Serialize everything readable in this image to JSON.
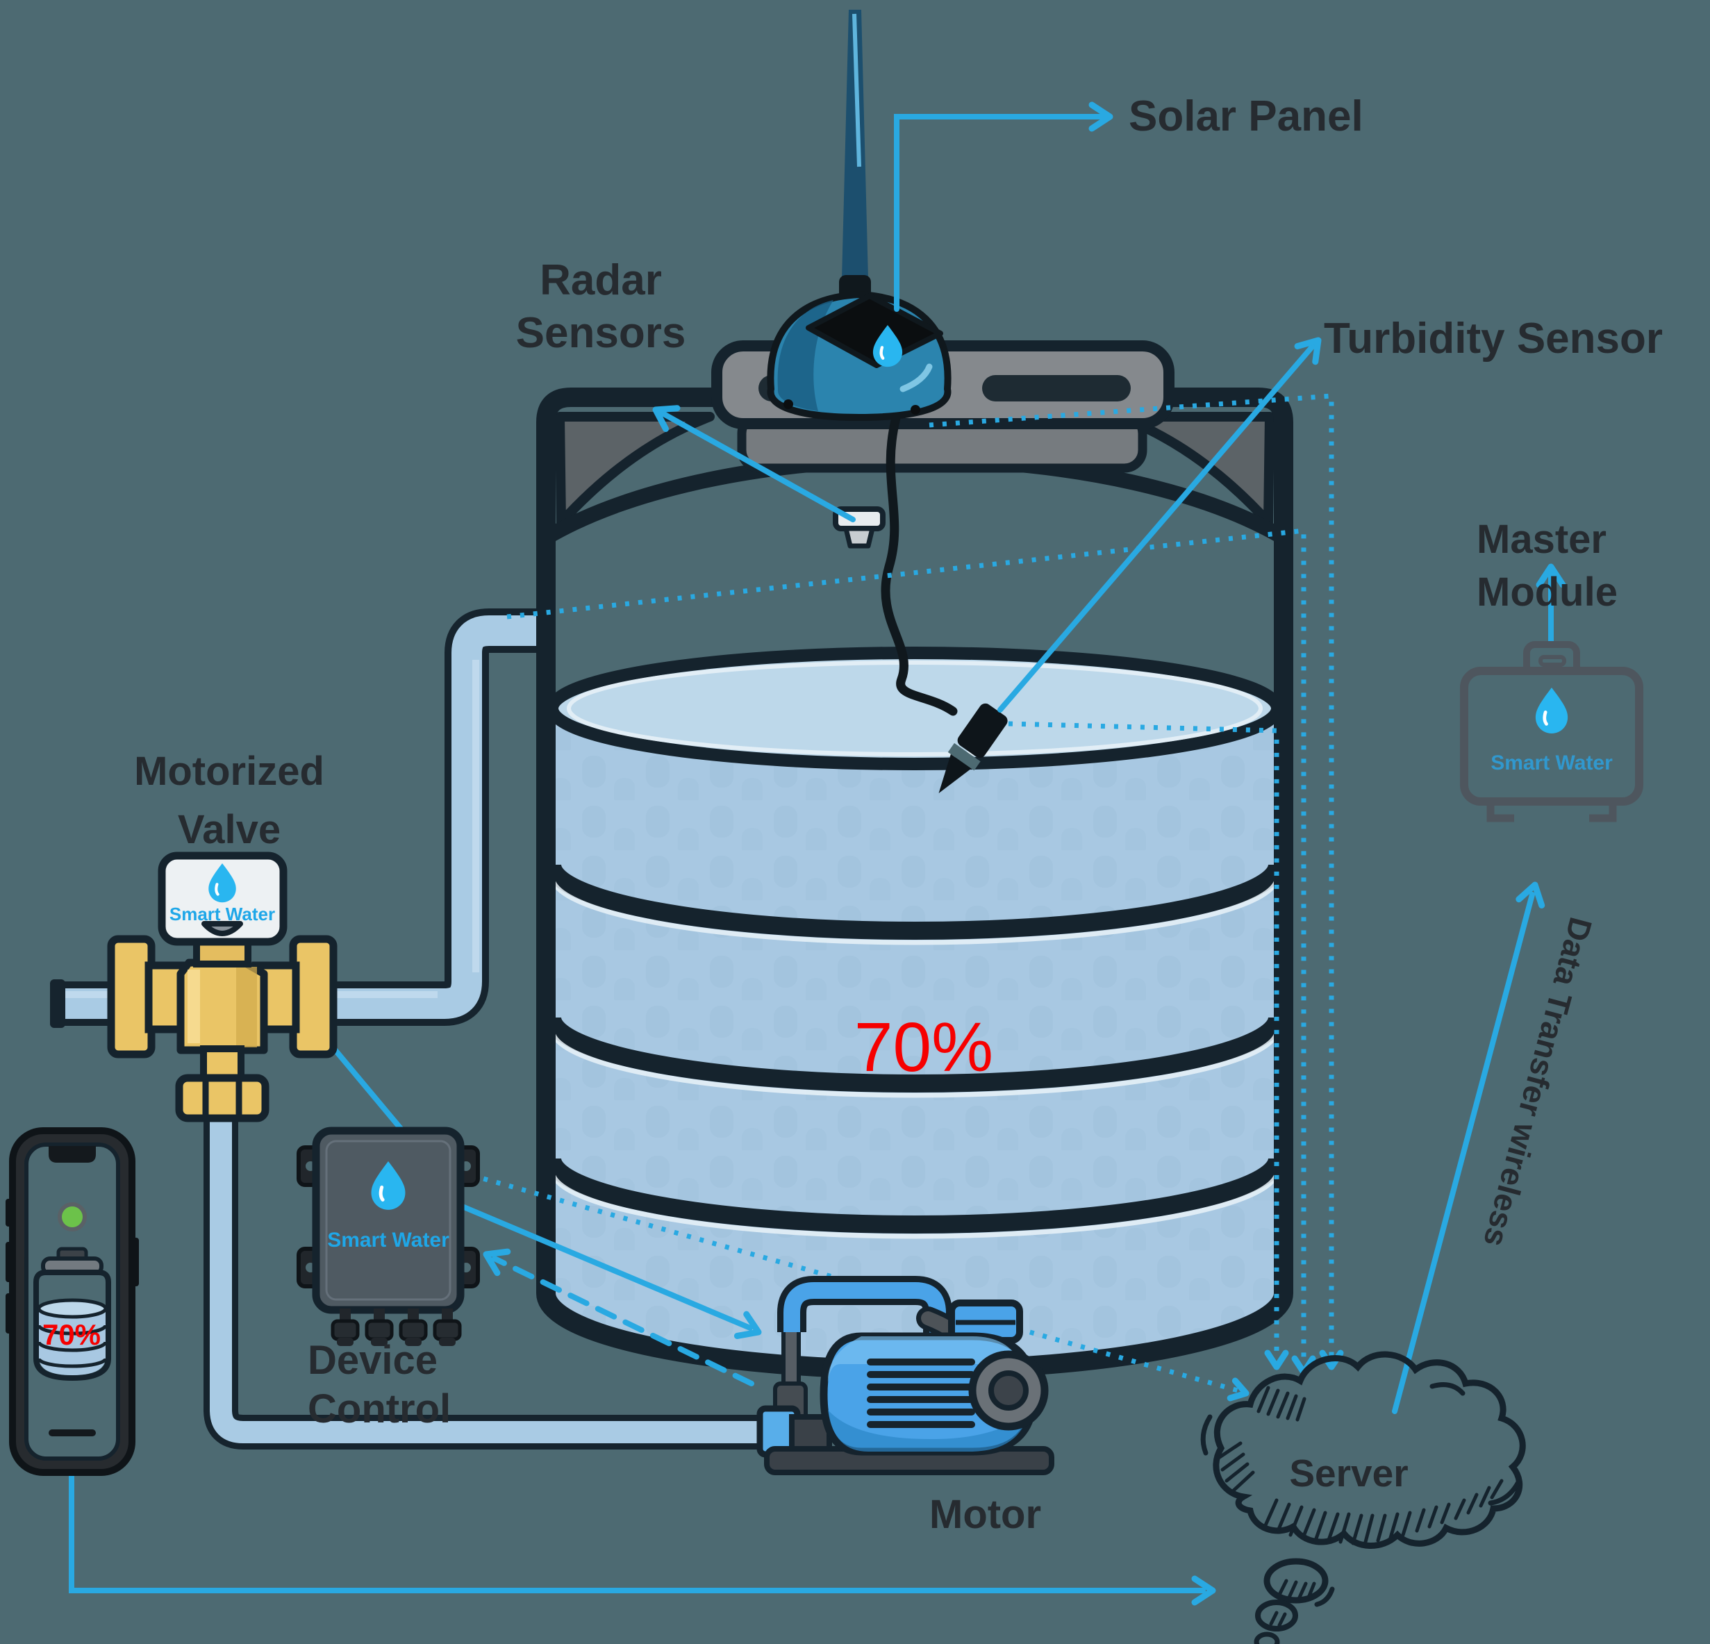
{
  "labels": {
    "solar_panel": "Solar Panel",
    "radar_sensors": {
      "line1": "Radar",
      "line2": "Sensors"
    },
    "turbidity_sensor": "Turbidity Sensor",
    "master_module": {
      "line1": "Master",
      "line2": "Module"
    },
    "motorized_valve": {
      "line1": "Motorized",
      "line2": "Valve"
    },
    "device_control": {
      "line1": "Device",
      "line2": "Control"
    },
    "motor": "Motor",
    "server": "Server",
    "data_transfer": "Data Transfer wireless"
  },
  "tank": {
    "level_percent": "70%",
    "level_color": "#f60000"
  },
  "phone": {
    "level_percent": "70%",
    "level_color": "#f60000",
    "status_color": "#6cc24a"
  },
  "branding": {
    "valve": "Smart Water",
    "device_control": "Smart Water",
    "master_module": "Smart Water"
  },
  "colors": {
    "background": "#4d6a72",
    "accent_blue": "#29a9e2",
    "water_blue": "#a8c8e2",
    "brass_gold": "#eac566",
    "outline_dark": "#15232d"
  }
}
